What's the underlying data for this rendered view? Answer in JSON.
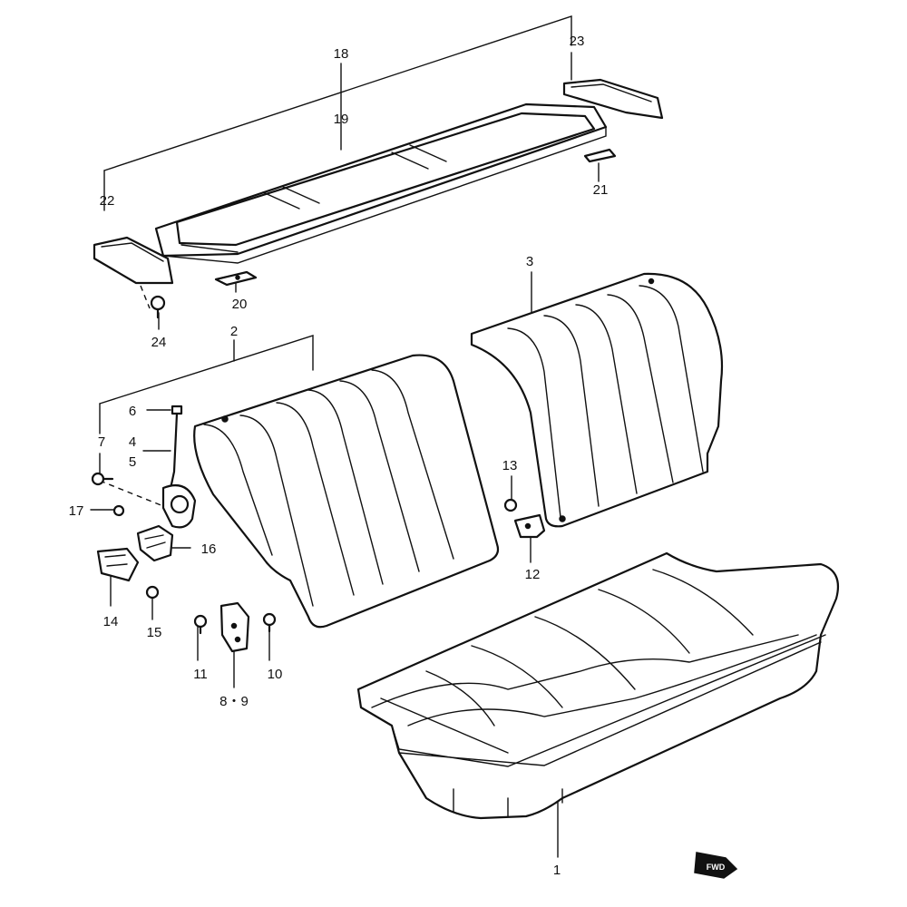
{
  "callouts": {
    "c1": "1",
    "c2": "2",
    "c3": "3",
    "c4": "4",
    "c5": "5",
    "c6": "6",
    "c7": "7",
    "c8_9": "8・9",
    "c10": "10",
    "c11": "11",
    "c12": "12",
    "c13": "13",
    "c14": "14",
    "c15": "15",
    "c16": "16",
    "c17": "17",
    "c18": "18",
    "c19": "19",
    "c20": "20",
    "c21": "21",
    "c22": "22",
    "c23": "23",
    "c24": "24"
  },
  "fwd_mark": "FWD"
}
